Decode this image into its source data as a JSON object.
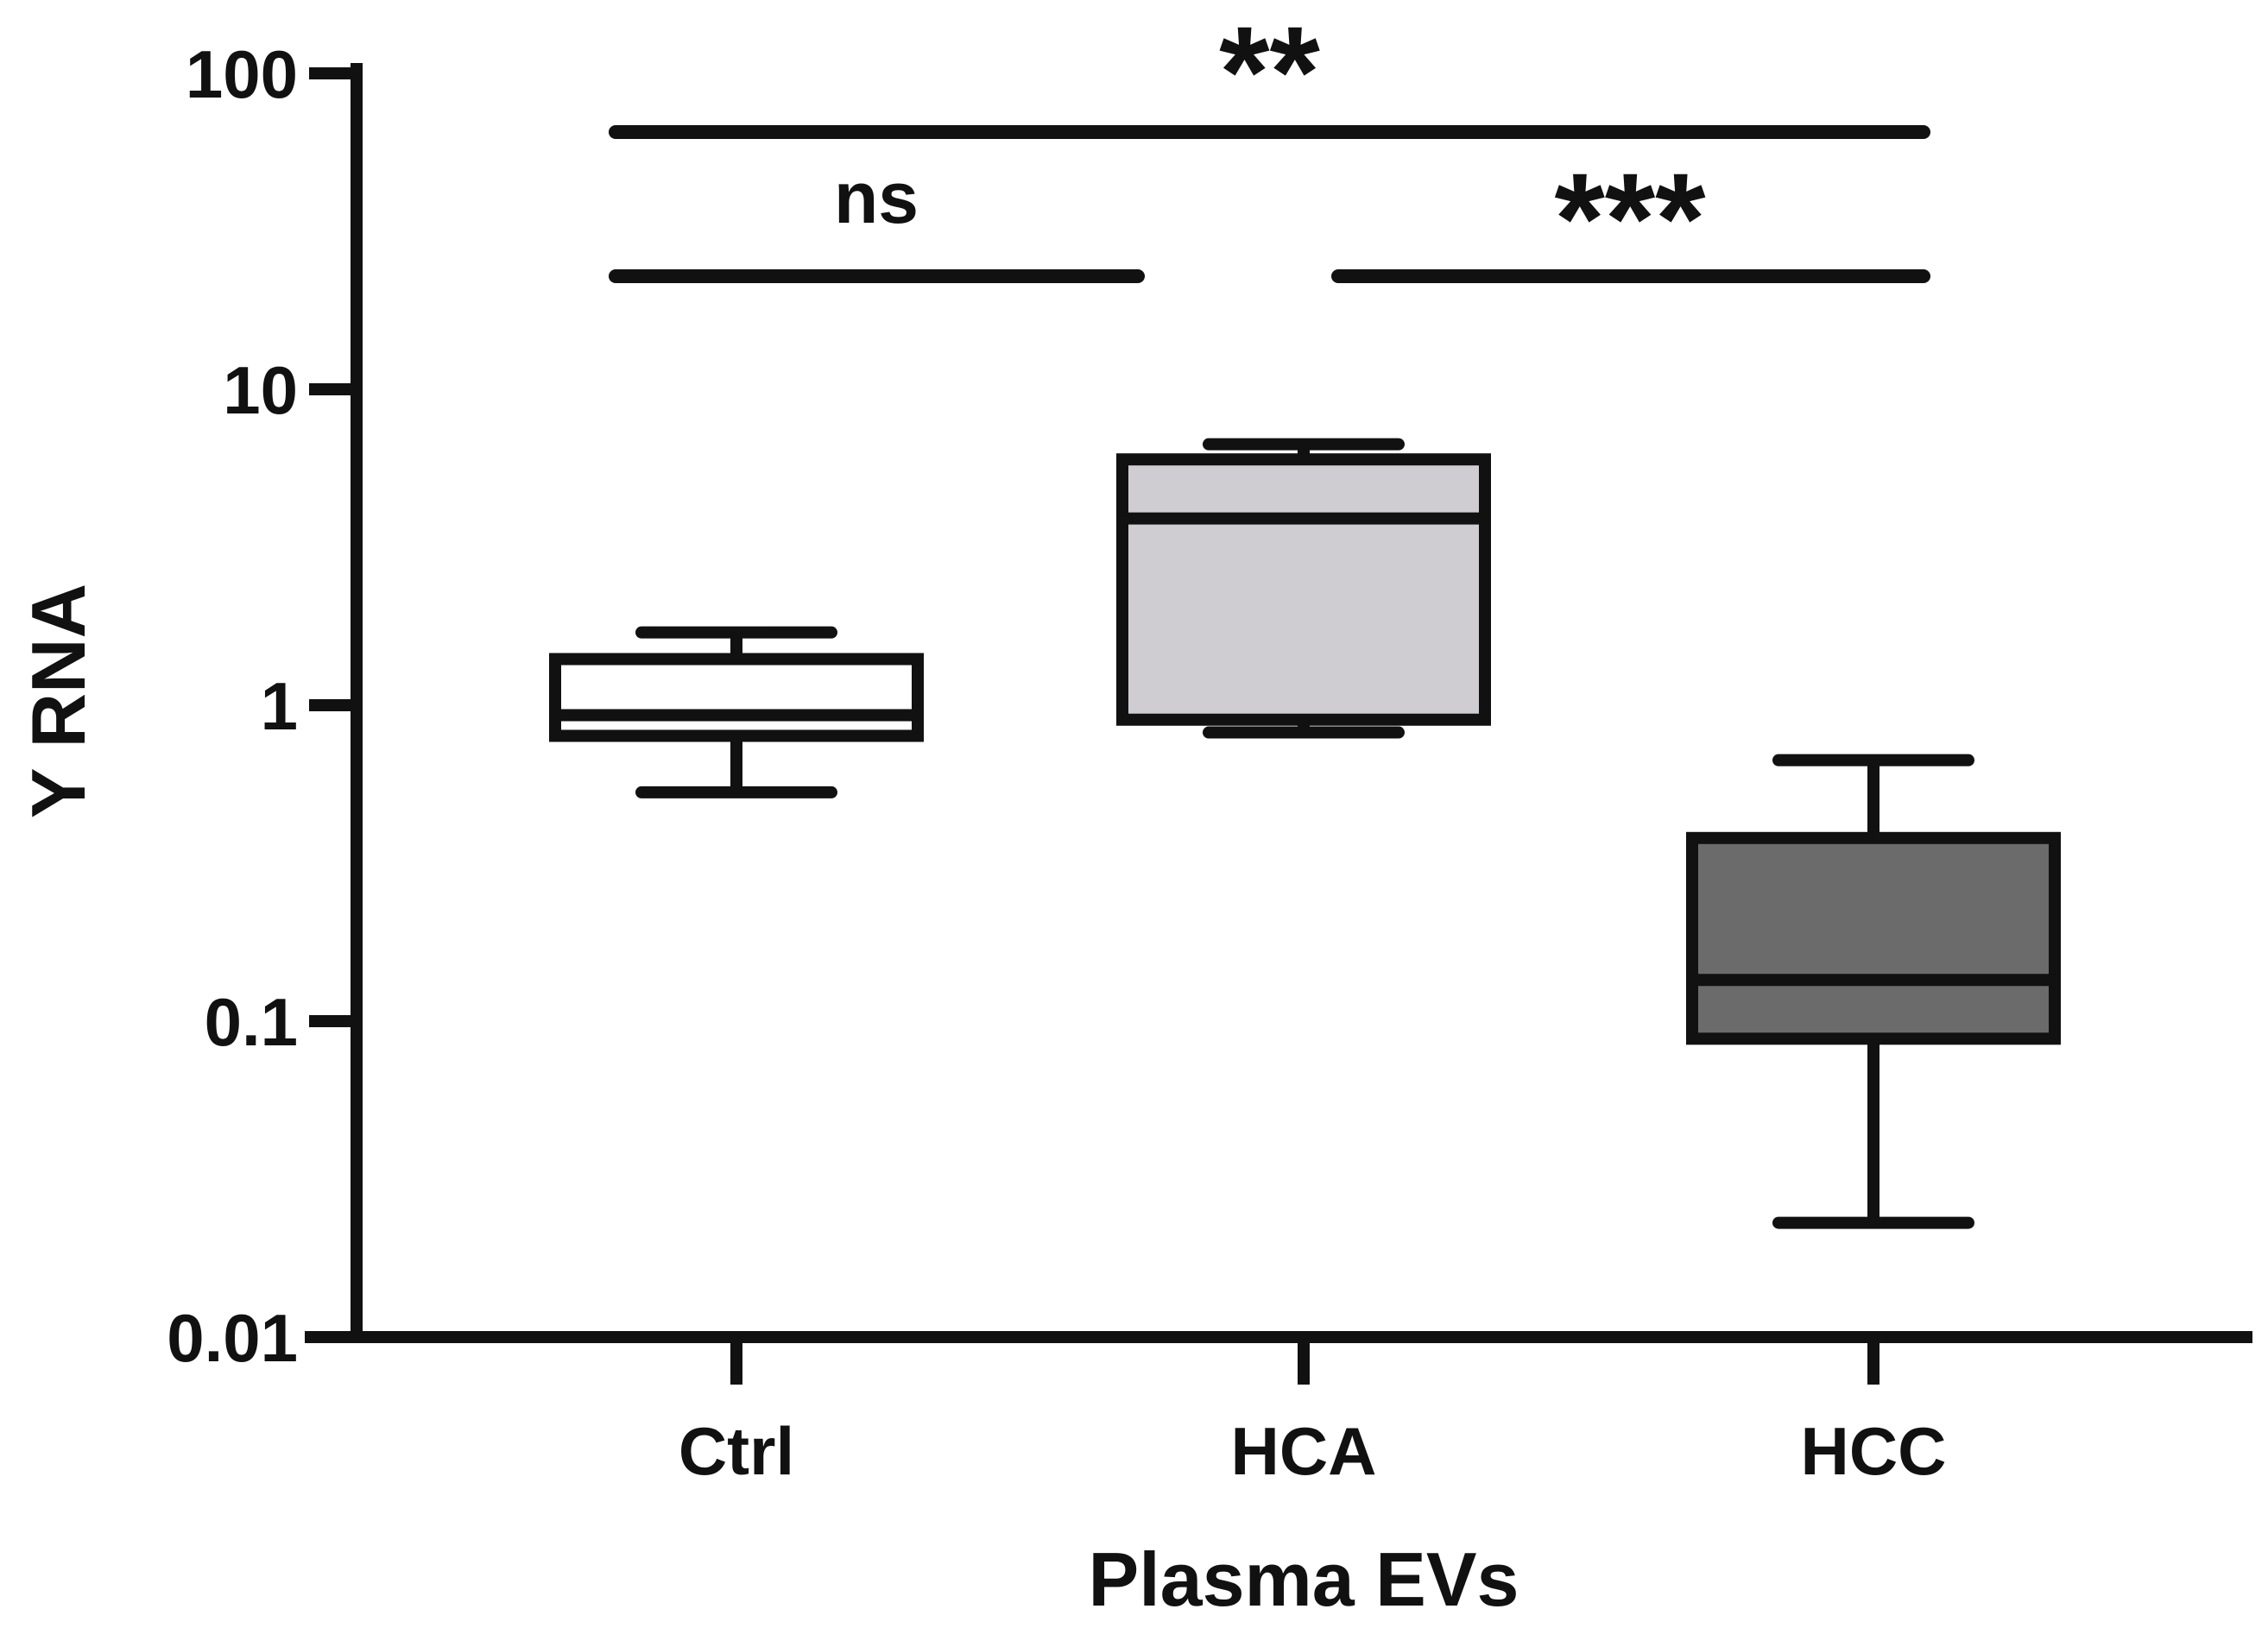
{
  "chart_data": {
    "type": "box",
    "title": "",
    "xlabel": "Plasma EVs",
    "ylabel": "Y RNA",
    "yscale": "log",
    "ylim": [
      0.01,
      100
    ],
    "yticks": [
      {
        "value": 100,
        "label": "100"
      },
      {
        "value": 10,
        "label": "10"
      },
      {
        "value": 1,
        "label": "1"
      },
      {
        "value": 0.1,
        "label": "0.1"
      },
      {
        "value": 0.01,
        "label": "0.01"
      }
    ],
    "categories": [
      "Ctrl",
      "HCA",
      "HCC"
    ],
    "boxes": [
      {
        "category": "Ctrl",
        "min": 0.53,
        "q1": 0.8,
        "median": 0.93,
        "q3": 1.4,
        "max": 1.7,
        "color": "#ffffff"
      },
      {
        "category": "HCA",
        "min": 0.82,
        "q1": 0.9,
        "median": 3.9,
        "q3": 6.0,
        "max": 6.7,
        "color": "#cfcdd2"
      },
      {
        "category": "HCC",
        "min": 0.023,
        "q1": 0.088,
        "median": 0.135,
        "q3": 0.38,
        "max": 0.67,
        "color": "#6b6b6b"
      }
    ],
    "comparisons": [
      {
        "from": "Ctrl",
        "to": "HCC",
        "label": "**",
        "level": 2
      },
      {
        "from": "Ctrl",
        "to": "HCA",
        "label": "ns",
        "level": 1
      },
      {
        "from": "HCA",
        "to": "HCC",
        "label": "***",
        "level": 1
      }
    ],
    "grid": false,
    "legend": "none",
    "colors": {
      "stroke": "#111111",
      "background": "#ffffff"
    }
  }
}
